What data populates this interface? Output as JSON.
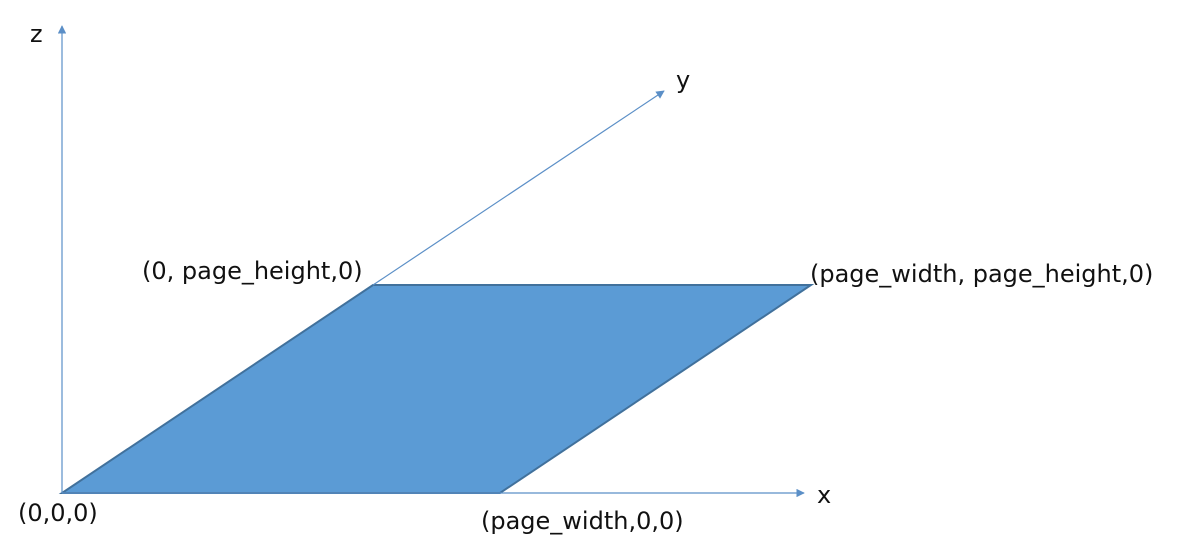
{
  "axes": {
    "z_label": "z",
    "y_label": "y",
    "x_label": "x"
  },
  "corners": {
    "origin": "(0,0,0)",
    "x_end": "(page_width,0,0)",
    "y_end": "(0, page_height,0)",
    "xy_end": "(page_width, page_height,0)"
  },
  "colors": {
    "axis": "#5b8fc7",
    "plane_fill": "#5b9bd5",
    "plane_stroke": "#41719c",
    "text": "#111111"
  }
}
